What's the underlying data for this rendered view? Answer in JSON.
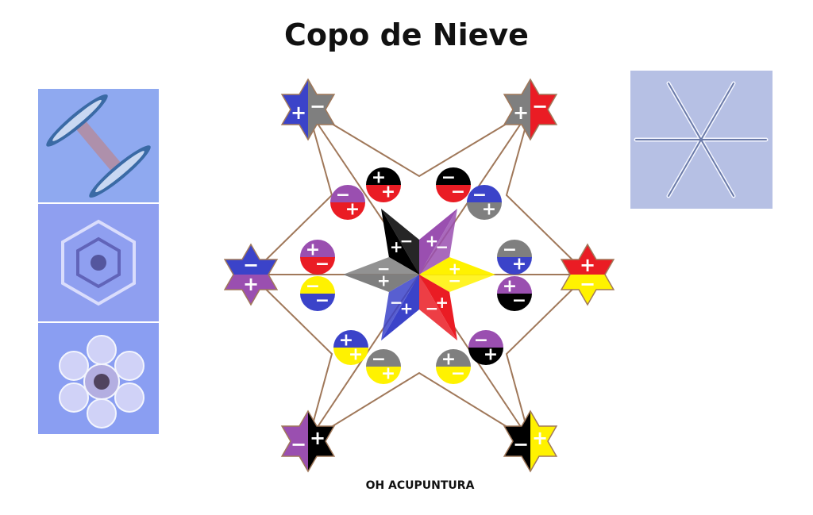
{
  "title": "Copo de Nieve",
  "footer": "OH ACUPUNTURA",
  "colors": {
    "blue": "#3b43c9",
    "gray": "#7f7f7f",
    "red": "#ea1c24",
    "purple": "#9a4fb0",
    "yellow": "#fff200",
    "black": "#000000",
    "outline": "#a0785a"
  },
  "stars": [
    {
      "id": "top-left",
      "colors": [
        "blue",
        "gray"
      ],
      "signs": [
        "+",
        "−"
      ]
    },
    {
      "id": "top-right",
      "colors": [
        "gray",
        "red"
      ],
      "signs": [
        "+",
        "−"
      ]
    },
    {
      "id": "left",
      "colors": [
        "blue",
        "purple"
      ],
      "signs": [
        "−",
        "+"
      ]
    },
    {
      "id": "right",
      "colors": [
        "red",
        "yellow"
      ],
      "signs": [
        "+",
        "−"
      ]
    },
    {
      "id": "bottom-left",
      "colors": [
        "purple",
        "black"
      ],
      "signs": [
        "−",
        "+"
      ]
    },
    {
      "id": "bottom-right",
      "colors": [
        "black",
        "yellow"
      ],
      "signs": [
        "−",
        "+"
      ]
    }
  ],
  "circles": [
    {
      "id": "c1",
      "colors": [
        "purple",
        "red"
      ],
      "signs": [
        "−",
        "+"
      ]
    },
    {
      "id": "c2",
      "colors": [
        "black",
        "red"
      ],
      "signs": [
        "+",
        "+"
      ]
    },
    {
      "id": "c3",
      "colors": [
        "black",
        "red"
      ],
      "signs": [
        "−",
        "−"
      ]
    },
    {
      "id": "c4",
      "colors": [
        "blue",
        "gray"
      ],
      "signs": [
        "−",
        "+"
      ]
    },
    {
      "id": "c5",
      "colors": [
        "purple",
        "red"
      ],
      "signs": [
        "+",
        "−"
      ]
    },
    {
      "id": "c6",
      "colors": [
        "yellow",
        "blue"
      ],
      "signs": [
        "−",
        "−"
      ]
    },
    {
      "id": "c7",
      "colors": [
        "gray",
        "blue"
      ],
      "signs": [
        "−",
        "+"
      ]
    },
    {
      "id": "c8",
      "colors": [
        "purple",
        "black"
      ],
      "signs": [
        "+",
        "−"
      ]
    },
    {
      "id": "c9",
      "colors": [
        "blue",
        "yellow"
      ],
      "signs": [
        "+",
        "+"
      ]
    },
    {
      "id": "c10",
      "colors": [
        "gray",
        "yellow"
      ],
      "signs": [
        "−",
        "+"
      ]
    },
    {
      "id": "c11",
      "colors": [
        "gray",
        "yellow"
      ],
      "signs": [
        "+",
        "−"
      ]
    },
    {
      "id": "c12",
      "colors": [
        "purple",
        "black"
      ],
      "signs": [
        "−",
        "+"
      ]
    }
  ],
  "center_star": {
    "colors": [
      "black",
      "purple",
      "yellow",
      "red",
      "blue",
      "gray"
    ],
    "signs": [
      "+",
      "−",
      "+",
      "−",
      "+",
      "−",
      "+",
      "−",
      "+",
      "−",
      "+",
      "−"
    ]
  },
  "photos": [
    {
      "id": "column-crystal",
      "alt": "snowflake photo"
    },
    {
      "id": "plate-crystal",
      "alt": "snowflake photo"
    },
    {
      "id": "sector-crystal",
      "alt": "snowflake photo"
    },
    {
      "id": "dendrite-crystal",
      "alt": "snowflake photo"
    }
  ]
}
